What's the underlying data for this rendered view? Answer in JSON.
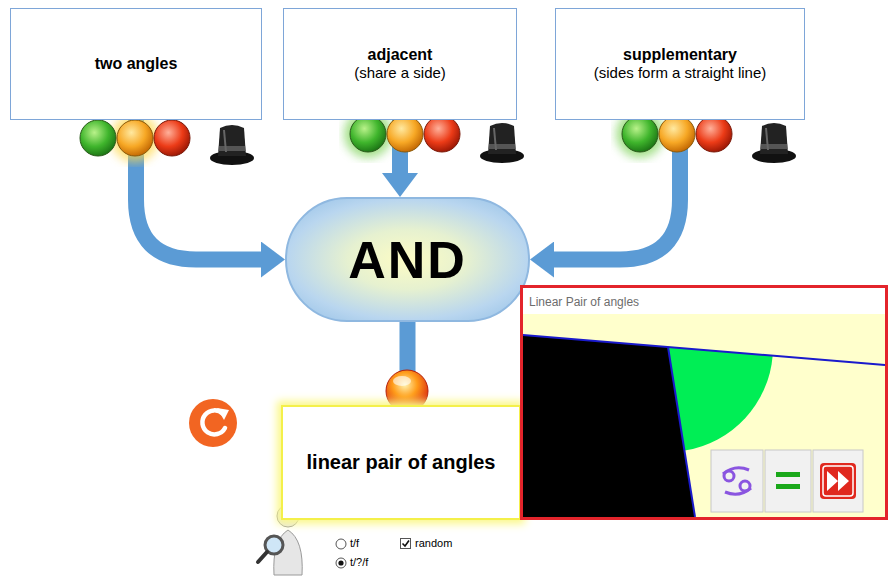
{
  "diagram": {
    "nodes": [
      {
        "text": [
          "two angles"
        ]
      },
      {
        "text": [
          "adjacent",
          "(share a side)"
        ]
      },
      {
        "text": [
          "supplementary",
          "(sides form a straight line)"
        ]
      },
      {
        "text": [
          "AND"
        ]
      },
      {
        "text": [
          "linear pair of angles"
        ]
      },
      {
        "text": [
          "Linear Pair of angles"
        ]
      }
    ],
    "edges": [
      {
        "from": 0,
        "to": 3,
        "arrow": "to"
      },
      {
        "from": 1,
        "to": 3,
        "arrow": "to"
      },
      {
        "from": 2,
        "to": 3,
        "arrow": "to"
      },
      {
        "from": 3,
        "to": 4,
        "arrow": "to"
      }
    ],
    "labels": [
      "t/f",
      "t/?/f",
      "random"
    ]
  }
}
